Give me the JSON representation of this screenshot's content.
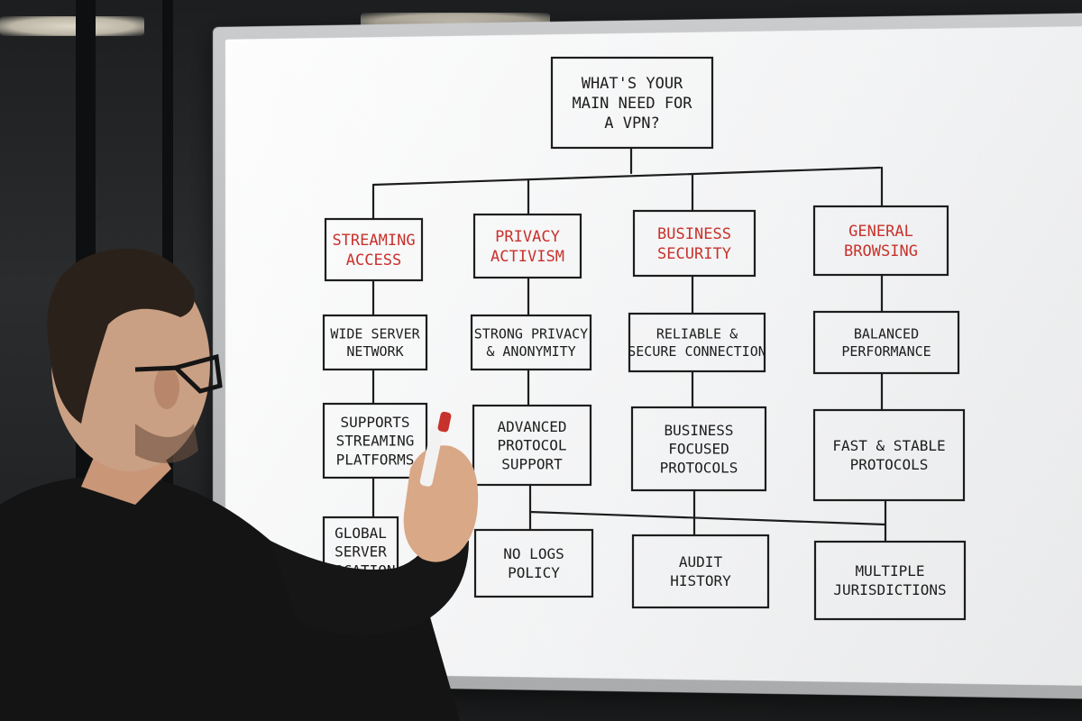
{
  "colors": {
    "accent_red": "#c8322c",
    "ink": "#1d1d1d",
    "board": "#f7f7f7",
    "marker_cap": "#c8322c"
  },
  "root": {
    "lines": [
      "WHAT'S YOUR",
      "MAIN NEED FOR",
      "A VPN?"
    ]
  },
  "categories": [
    {
      "lines": [
        "STREAMING",
        "ACCESS"
      ]
    },
    {
      "lines": [
        "PRIVACY",
        "ACTIVISM"
      ]
    },
    {
      "lines": [
        "BUSINESS",
        "SECURITY"
      ]
    },
    {
      "lines": [
        "GENERAL",
        "BROWSING"
      ]
    }
  ],
  "level1": [
    {
      "lines": [
        "WIDE SERVER",
        "NETWORK"
      ]
    },
    {
      "lines": [
        "STRONG PRIVACY",
        "& ANONYMITY"
      ]
    },
    {
      "lines": [
        "RELIABLE &",
        "SECURE CONNECTION"
      ]
    },
    {
      "lines": [
        "BALANCED",
        "PERFORMANCE"
      ]
    }
  ],
  "level2": [
    {
      "lines": [
        "SUPPORTS",
        "STREAMING",
        "PLATFORMS"
      ]
    },
    {
      "lines": [
        "ADVANCED",
        "PROTOCOL",
        "SUPPORT"
      ]
    },
    {
      "lines": [
        "BUSINESS",
        "FOCUSED",
        "PROTOCOLS"
      ]
    },
    {
      "lines": [
        "FAST & STABLE",
        "PROTOCOLS"
      ]
    }
  ],
  "level3": [
    {
      "lines": [
        "GLOBAL",
        "SERVER",
        "LOCATION"
      ]
    },
    {
      "lines": [
        "NO LOGS",
        "POLICY"
      ]
    },
    {
      "lines": [
        "AUDIT",
        "HISTORY"
      ]
    },
    {
      "lines": [
        "MULTIPLE",
        "JURISDICTIONS"
      ]
    }
  ]
}
